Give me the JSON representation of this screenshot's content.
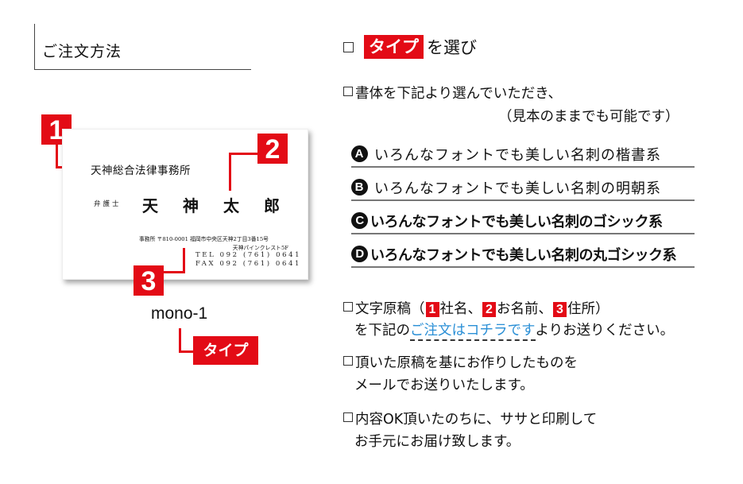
{
  "section": {
    "title": "ご注文方法"
  },
  "card": {
    "company": "天神総合法律事務所",
    "title": "弁護士",
    "name": "天神太郎",
    "address_line1": "事務所 〒810-0001 福岡市中央区天神2丁目3番15号",
    "address_line2": "天神パインクレスト5F",
    "tel": "TEL 092 (761) 0641",
    "fax": "FAX 092 (761) 0641"
  },
  "markers": {
    "one": "1",
    "two": "2",
    "three": "3"
  },
  "type_label": {
    "name": "mono-1",
    "badge": "タイプ"
  },
  "step1": {
    "badge": "タイプ",
    "text": "を選び"
  },
  "step2": {
    "line1": "書体を下記より選んでいただき、",
    "line2": "（見本のままでも可能です）",
    "fonts": [
      {
        "letter": "A",
        "label": "いろんなフォントでも美しい名刺の楷書系"
      },
      {
        "letter": "B",
        "label": "いろんなフォントでも美しい名刺の明朝系"
      },
      {
        "letter": "C",
        "label": "いろんなフォントでも美しい名刺のゴシック系"
      },
      {
        "letter": "D",
        "label": "いろんなフォントでも美しい名刺の丸ゴシック系"
      }
    ]
  },
  "step3": {
    "prefix": "文字原稿（",
    "n1": "1",
    "t1": "社名、",
    "n2": "2",
    "t2": "お名前、",
    "n3": "3",
    "t3": "住所）",
    "line2_prefix": "を下記の",
    "link": "ご注文はコチラです",
    "line2_suffix": "よりお送りください。"
  },
  "step4": {
    "line1": "頂いた原稿を基にお作りしたものを",
    "line2": "メールでお送りいたします。"
  },
  "step5": {
    "line1": "内容OK頂いたのちに、ササと印刷して",
    "line2": "お手元にお届け致します。"
  },
  "colors": {
    "accent_red": "#e30b16",
    "link_blue": "#2a8fd6"
  }
}
